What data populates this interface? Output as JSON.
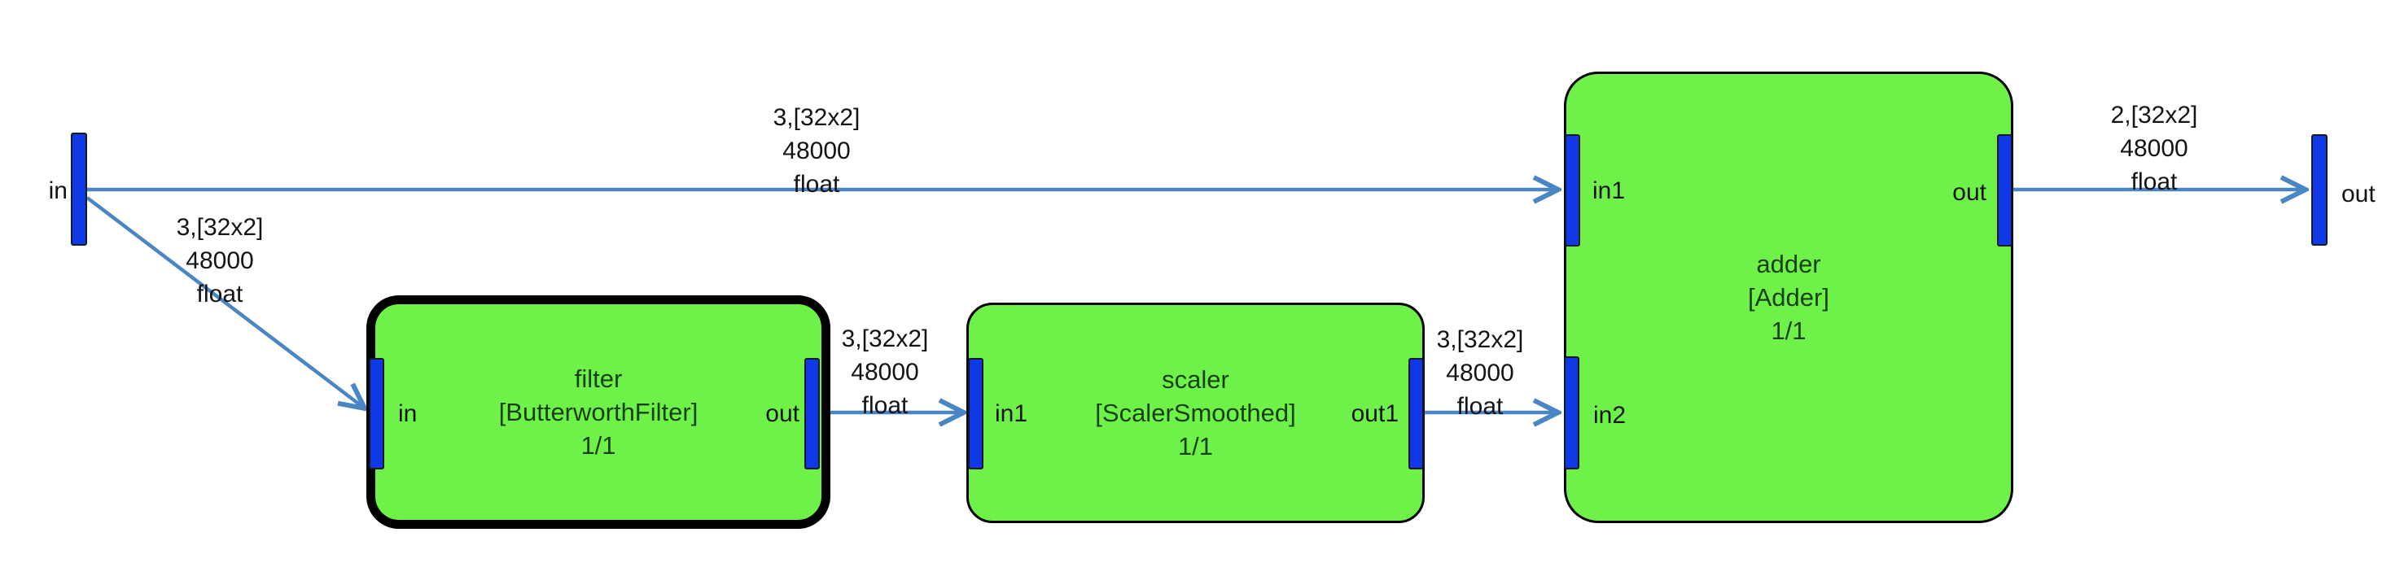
{
  "graph": {
    "input": {
      "label": "in"
    },
    "output": {
      "label": "out"
    },
    "nodes": {
      "filter": {
        "title": "filter",
        "class": "[ButterworthFilter]",
        "instances": "1/1",
        "ports": {
          "in": "in",
          "out": "out"
        },
        "selected": true
      },
      "scaler": {
        "title": "scaler",
        "class": "[ScalerSmoothed]",
        "instances": "1/1",
        "ports": {
          "in1": "in1",
          "out1": "out1"
        },
        "selected": false
      },
      "adder": {
        "title": "adder",
        "class": "[Adder]",
        "instances": "1/1",
        "ports": {
          "in1": "in1",
          "in2": "in2",
          "out": "out"
        },
        "selected": false
      }
    },
    "edges": {
      "in_to_adder_in1": {
        "lines": [
          "3,[32x2]",
          "48000",
          "float"
        ]
      },
      "in_to_filter_in": {
        "lines": [
          "3,[32x2]",
          "48000",
          "float"
        ]
      },
      "filter_out_to_scaler_in1": {
        "lines": [
          "3,[32x2]",
          "48000",
          "float"
        ]
      },
      "scaler_out1_to_adder_in2": {
        "lines": [
          "3,[32x2]",
          "48000",
          "float"
        ]
      },
      "adder_out_to_out": {
        "lines": [
          "2,[32x2]",
          "48000",
          "float"
        ]
      }
    }
  },
  "colors": {
    "node_fill": "#6ef24a",
    "node_text": "#173f10",
    "node_border": "#000000",
    "port_fill": "#1138e6",
    "port_border": "#141928",
    "edge_color": "#4a86c3",
    "label_color": "#141414",
    "canvas_bg": "#ffffff"
  }
}
